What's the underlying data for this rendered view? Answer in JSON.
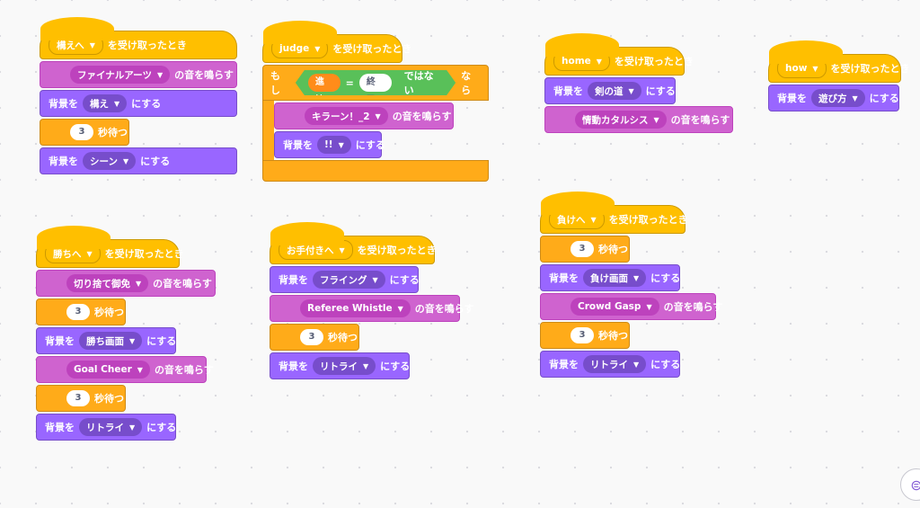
{
  "s1": {
    "hat_msg": "構えへ",
    "hat_label": "を受け取ったとき",
    "sound1": "ファイナルアーツ",
    "sound_suffix": "の音を鳴らす",
    "bg_prefix": "背景を",
    "bg1": "構え",
    "bg_suffix": "にする",
    "wait1": "3",
    "wait_suffix": "秒待つ",
    "bg2": "シーン"
  },
  "s2": {
    "hat_msg": "judge",
    "hat_label": "を受け取ったとき",
    "if_label": "もし",
    "var": "進捗",
    "eq": "=",
    "value": "終了",
    "not": "ではない",
    "then": "なら",
    "sound1": "キラーン！_2",
    "sound_suffix": "の音を鳴らす",
    "bg_prefix": "背景を",
    "bg1": "!!",
    "bg_suffix": "にする"
  },
  "s3": {
    "hat_msg": "home",
    "hat_label": "を受け取ったとき",
    "bg_prefix": "背景を",
    "bg1": "剣の道",
    "bg_suffix": "にする",
    "sound1": "情動カタルシス",
    "sound_suffix": "の音を鳴らす"
  },
  "s4": {
    "hat_msg": "how",
    "hat_label": "を受け取ったとき",
    "bg_prefix": "背景を",
    "bg1": "遊び方",
    "bg_suffix": "にする"
  },
  "s5": {
    "hat_msg": "勝ちへ",
    "hat_label": "を受け取ったとき",
    "sound1": "切り捨て御免",
    "sound_suffix": "の音を鳴らす",
    "wait1": "3",
    "wait_suffix": "秒待つ",
    "bg_prefix": "背景を",
    "bg1": "勝ち画面",
    "bg_suffix": "にする",
    "sound2": "Goal Cheer",
    "wait2": "3",
    "bg2": "リトライ"
  },
  "s6": {
    "hat_msg": "お手付きへ",
    "hat_label": "を受け取ったとき",
    "bg_prefix": "背景を",
    "bg1": "フライング",
    "bg_suffix": "にする",
    "sound1": "Referee Whistle",
    "sound_suffix": "の音を鳴らす",
    "wait1": "3",
    "wait_suffix": "秒待つ",
    "bg2": "リトライ"
  },
  "s7": {
    "hat_msg": "負けへ",
    "hat_label": "を受け取ったとき",
    "wait1": "3",
    "wait_suffix": "秒待つ",
    "bg_prefix": "背景を",
    "bg1": "負け画面",
    "bg_suffix": "にする",
    "sound1": "Crowd Gasp",
    "sound_suffix": "の音を鳴らす",
    "wait2": "3",
    "bg2": "リトライ"
  },
  "colors": {
    "events": "#ffbf00",
    "sound": "#cf63cf",
    "looks": "#9966ff",
    "control": "#ffab19",
    "operator": "#59c059",
    "variable": "#ff8c1a"
  },
  "icons": {
    "zoom": "zoom-reset-icon",
    "caret": "dropdown-caret-icon"
  }
}
